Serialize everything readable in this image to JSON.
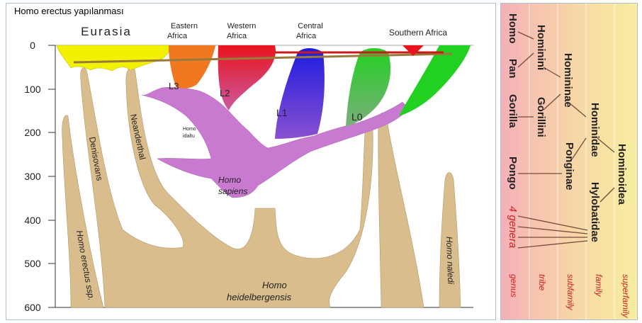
{
  "caption": "Homo erectus yapılanması",
  "regions": {
    "eurasia": "Eurasia",
    "eastern_africa": [
      "Eastern",
      "Africa"
    ],
    "western_africa": [
      "Western",
      "Africa"
    ],
    "central_africa": [
      "Central",
      "Africa"
    ],
    "southern_africa": "Southern Africa"
  },
  "y_ticks": [
    "0",
    "100",
    "200",
    "300",
    "400",
    "500",
    "600"
  ],
  "lineages": {
    "denisovans": "Denisovans",
    "neanderthal": "Neanderthal",
    "homo_erectus": "Homo erectus ssp.",
    "homo_naledi": "Homo naledi",
    "homo_sapiens": [
      "Homo",
      "sapiens"
    ],
    "homo_heidelbergensis": [
      "Homo",
      "heidelbergensis"
    ],
    "homo_idaltu": [
      "Homo",
      "idaltu"
    ],
    "l0": "L0",
    "l1": "L1",
    "l2": "L2",
    "l3": "L3"
  },
  "taxonomy": {
    "genus": [
      "Homo",
      "Pan",
      "Gorilla",
      "Pongo",
      "4 genera"
    ],
    "tribe": [
      "Hominini",
      "Gorillini"
    ],
    "subfamily": [
      "Homininae",
      "Ponginae"
    ],
    "family": [
      "Hominidae",
      "Hylobatidae"
    ],
    "superfamily": [
      "Hominoidea"
    ],
    "ranks": [
      "genus",
      "tribe",
      "subfamily",
      "family",
      "superfamily"
    ]
  },
  "colors": {
    "tan": "#d9bd8c",
    "yellow": "#f2f200",
    "orange": "#f07820",
    "red": "#e8141c",
    "blue": "#1c1ce0",
    "green": "#22d022",
    "violet": "#c77ad0",
    "rank_red": "#d22020"
  }
}
